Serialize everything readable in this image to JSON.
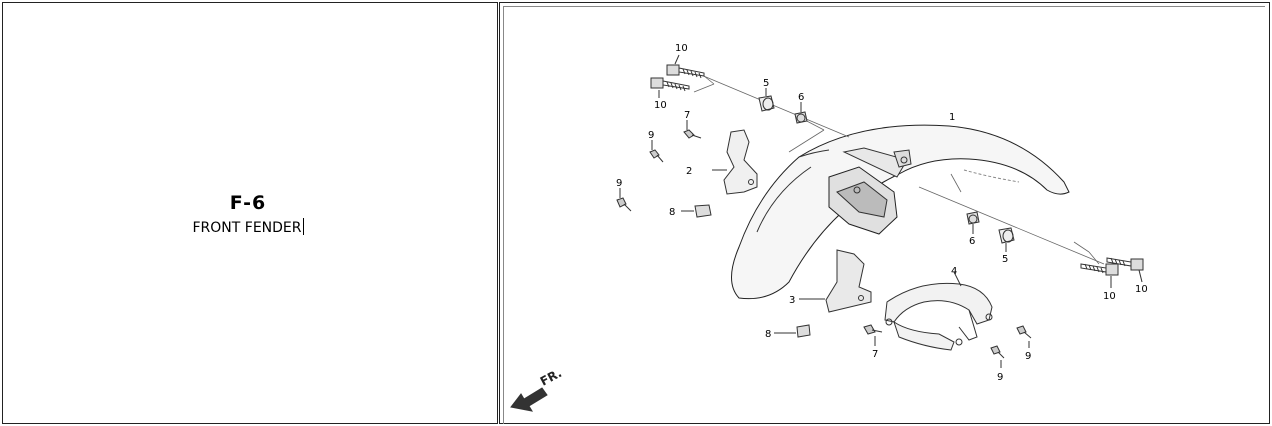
{
  "section": {
    "code": "F-6",
    "title": "FRONT FENDER"
  },
  "diagram": {
    "callouts": [
      "10",
      "10",
      "5",
      "6",
      "7",
      "9",
      "1",
      "2",
      "9",
      "8",
      "6",
      "5",
      "10",
      "10",
      "4",
      "3",
      "8",
      "7",
      "9",
      "9"
    ],
    "direction_label": "FR."
  }
}
